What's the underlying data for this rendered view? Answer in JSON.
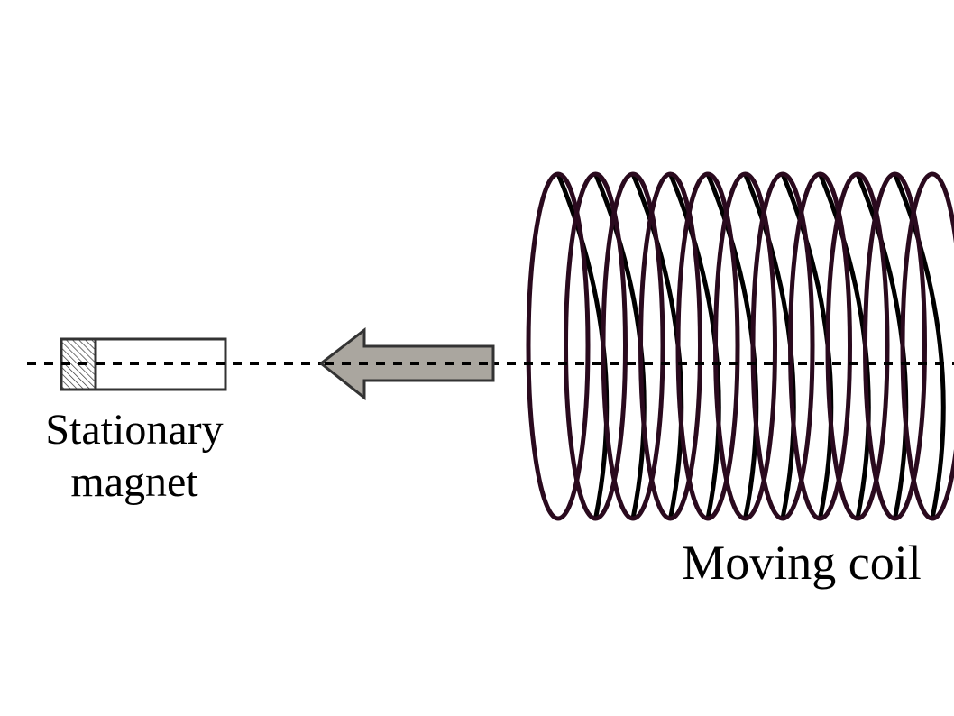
{
  "labels": {
    "magnet_line1": "Stationary",
    "magnet_line2": "magnet",
    "coil": "Moving coil"
  },
  "colors": {
    "background": "#ffffff",
    "coil_front": "#2a0a1e",
    "coil_back": "#000000",
    "arrow_fill": "#aaa69f",
    "arrow_stroke": "#333333",
    "magnet_stroke": "#333333",
    "axis": "#000000"
  },
  "coil": {
    "turns": 11
  },
  "icons": {
    "magnet": "bar-magnet-icon",
    "arrow": "motion-arrow-left-icon"
  }
}
